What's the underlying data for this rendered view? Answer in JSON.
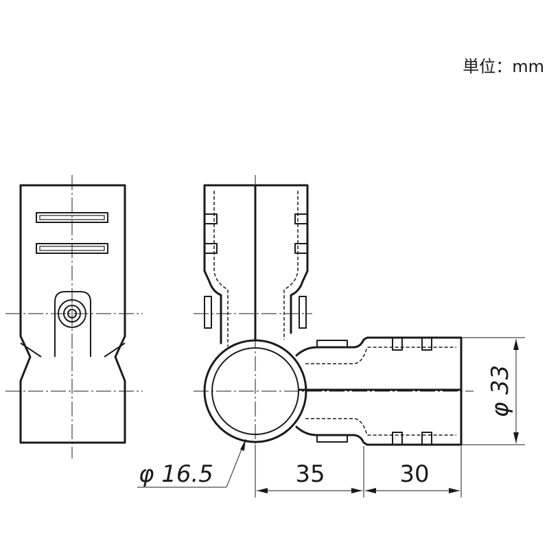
{
  "units_label": "単位：mm",
  "dimensions": {
    "pipe_diameter": "φ 16.5",
    "branch_length_1": "35",
    "branch_length_2": "30",
    "outer_diameter": "φ 33"
  }
}
